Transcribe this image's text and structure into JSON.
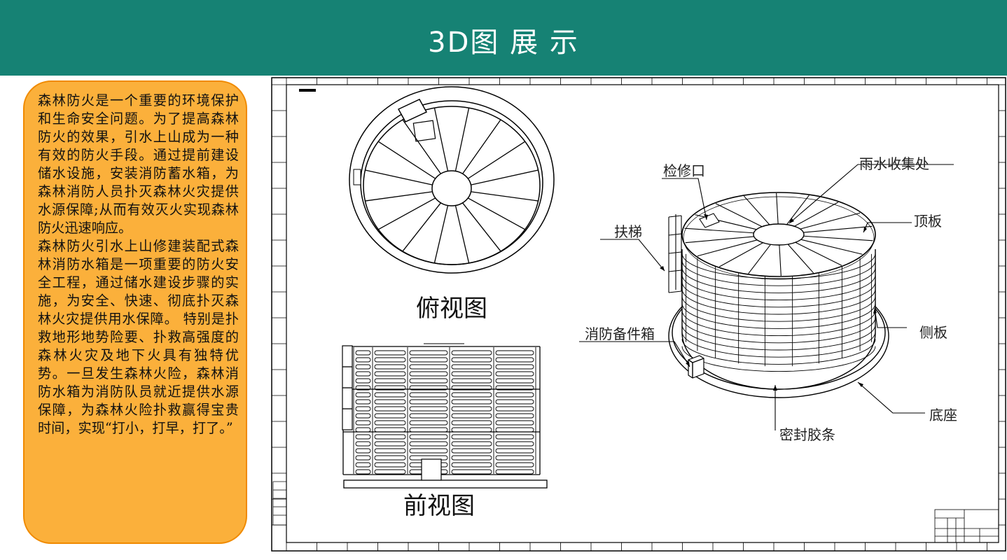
{
  "header": {
    "title": "3D图 展 示",
    "bg_color": "#168274"
  },
  "intro": {
    "paragraph_1": "森林防火是一个重要的环境保护和生命安全问题。为了提高森林防火的效果，引水上山成为一种有效的防火手段。通过提前建设储水设施，安装消防蓄水箱，为森林消防人员扑灭森林火灾提供水源保障;从而有效灭火实现森林防火迅速响应。",
    "paragraph_2": "森林防火引水上山修建装配式森林消防水箱是一项重要的防火安全工程，通过储水建设步骤的实施，为安全、快速、彻底扑灭森林火灾提供用水保障。 特别是扑救地形地势险要、扑救高强度的森林火灾及地下火具有独特优势。一旦发生森林火险，森林消防水箱为消防队员就近提供水源保障，为森林火险扑救赢得宝贵时间，实现“打小，打早，打了。”",
    "bg_color": "#fbb03b"
  },
  "drawing": {
    "top_view_label": "俯视图",
    "front_view_label": "前视图",
    "callouts": {
      "inspection_port": "检修口",
      "rain_collector": "雨水收集处",
      "top_plate": "顶板",
      "ladder": "扶梯",
      "side_plate": "侧板",
      "spare_parts_box": "消防备件箱",
      "base": "底座",
      "seal_strip": "密封胶条"
    }
  }
}
